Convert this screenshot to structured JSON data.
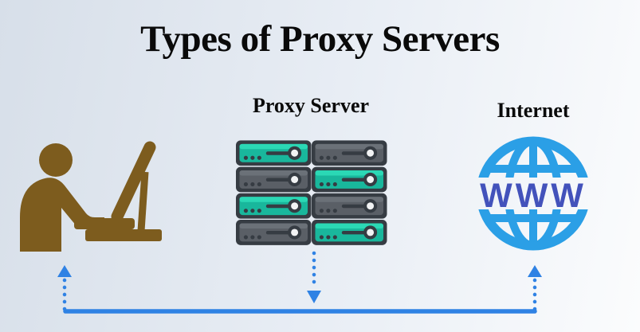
{
  "title": "Types of Proxy Servers",
  "nodes": {
    "user": {
      "icon": "user-at-computer-icon"
    },
    "proxy": {
      "label": "Proxy Server",
      "icon": "server-rack-icon"
    },
    "internet": {
      "label": "Internet",
      "icon": "globe-www-icon",
      "www_text": "WWW"
    }
  },
  "connections": {
    "user_arrow": {
      "style": "dotted",
      "direction": "up"
    },
    "proxy_arrow": {
      "style": "dotted",
      "direction": "down"
    },
    "internet_arrow": {
      "style": "dotted",
      "direction": "up"
    },
    "bus_line": {
      "style": "solid",
      "orientation": "horizontal"
    }
  },
  "server_rack": {
    "rows": 4,
    "cols": 2,
    "pattern": [
      [
        "teal",
        "gray"
      ],
      [
        "gray",
        "teal"
      ],
      [
        "teal",
        "gray"
      ],
      [
        "gray",
        "teal"
      ]
    ]
  },
  "colors": {
    "bg_left": "#d7dfe9",
    "bg_mid": "#e9eef5",
    "bg_right": "#fbfcfd",
    "title_text": "#0a0a0a",
    "person_brown": "#7d5c1e",
    "server_border": "#363c43",
    "server_teal": "#19b79c",
    "server_teal_light": "#2bd8b5",
    "server_gray": "#5a5f66",
    "server_gray_light": "#6b7178",
    "knob_white": "#f2f3f4",
    "globe_blue": "#2b9fe6",
    "www_blue": "#4352bb",
    "arrow_blue": "#2f82e4"
  }
}
